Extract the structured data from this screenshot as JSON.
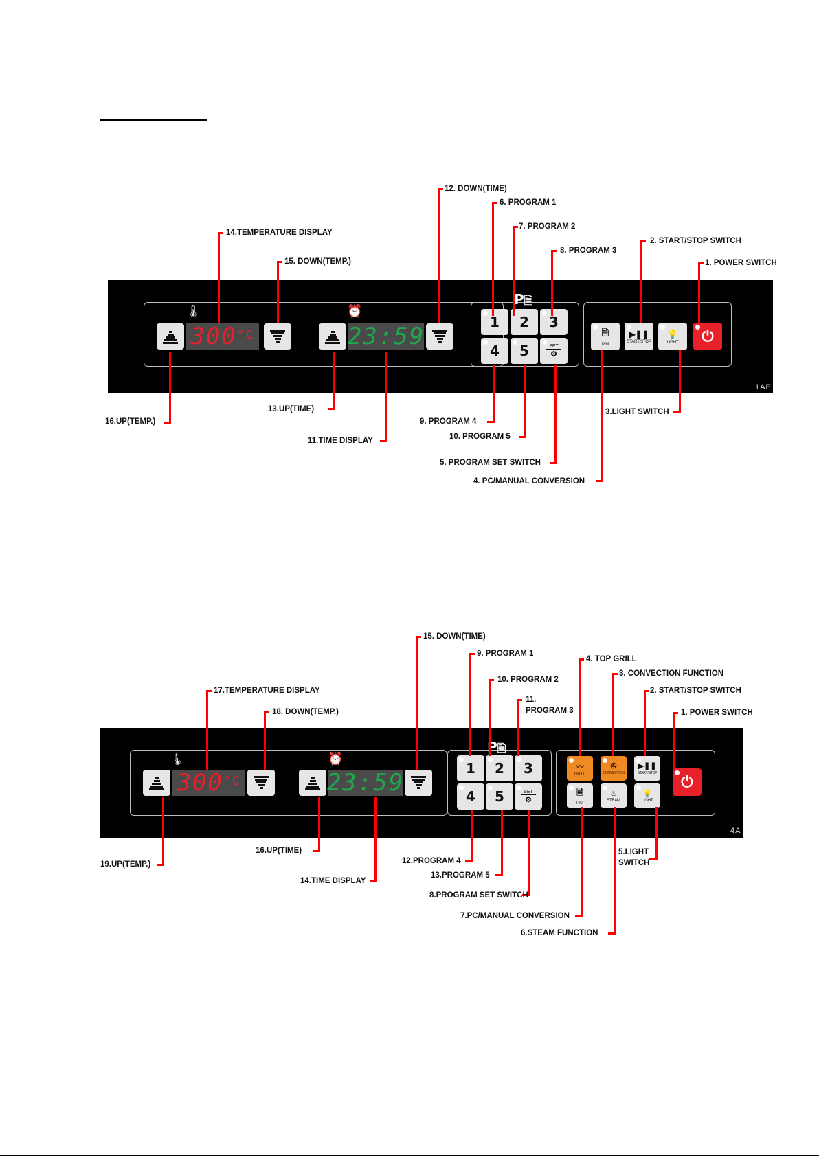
{
  "panel_a": {
    "model_code": "1AE",
    "temperature_display": {
      "value": "300",
      "unit": "°C"
    },
    "time_display": {
      "value": "23:59"
    },
    "program_header": "P",
    "program_keys": [
      "1",
      "2",
      "3",
      "4",
      "5"
    ],
    "set_key": {
      "label": "SET"
    },
    "function_keys": [
      {
        "id": "pm",
        "label": "P/M",
        "icon": "program-manual-icon"
      },
      {
        "id": "start_stop",
        "label": "START/STOP",
        "icon": "play-pause-icon"
      },
      {
        "id": "light",
        "label": "LIGHT",
        "icon": "light-bulb-icon"
      },
      {
        "id": "power",
        "label": "",
        "icon": "power-icon"
      }
    ],
    "callouts": [
      {
        "id": "c1",
        "text": "1. POWER SWITCH"
      },
      {
        "id": "c2",
        "text": "2. START/STOP SWITCH"
      },
      {
        "id": "c3",
        "text": "3.LIGHT SWITCH"
      },
      {
        "id": "c4",
        "text": "4. PC/MANUAL CONVERSION"
      },
      {
        "id": "c5",
        "text": "5. PROGRAM SET SWITCH"
      },
      {
        "id": "c6",
        "text": "6. PROGRAM 1"
      },
      {
        "id": "c7",
        "text": "7. PROGRAM 2"
      },
      {
        "id": "c8",
        "text": "8. PROGRAM 3"
      },
      {
        "id": "c9",
        "text": "9. PROGRAM 4"
      },
      {
        "id": "c10",
        "text": "10. PROGRAM 5"
      },
      {
        "id": "c11",
        "text": "11.TIME DISPLAY"
      },
      {
        "id": "c12",
        "text": "12. DOWN(TIME)"
      },
      {
        "id": "c13",
        "text": "13.UP(TIME)"
      },
      {
        "id": "c14",
        "text": "14.TEMPERATURE DISPLAY"
      },
      {
        "id": "c15",
        "text": "15. DOWN(TEMP.)"
      },
      {
        "id": "c16",
        "text": "16.UP(TEMP.)"
      }
    ]
  },
  "panel_b": {
    "model_code": "4A",
    "temperature_display": {
      "value": "300",
      "unit": "°C"
    },
    "time_display": {
      "value": "23:59"
    },
    "program_header": "P",
    "program_keys": [
      "1",
      "2",
      "3",
      "4",
      "5"
    ],
    "set_key": {
      "label": "SET"
    },
    "function_keys": [
      {
        "id": "grill",
        "label": "GRILL",
        "icon": "grill-icon",
        "color": "#f08a24"
      },
      {
        "id": "convection",
        "label": "CONVECTION",
        "icon": "fan-icon",
        "color": "#f08a24"
      },
      {
        "id": "start_stop",
        "label": "START/STOP",
        "icon": "play-pause-icon"
      },
      {
        "id": "pm",
        "label": "P/M",
        "icon": "program-manual-icon"
      },
      {
        "id": "steam",
        "label": "STEAM",
        "icon": "steam-icon"
      },
      {
        "id": "light",
        "label": "LIGHT",
        "icon": "light-bulb-icon"
      },
      {
        "id": "power",
        "label": "",
        "icon": "power-icon"
      }
    ],
    "callouts": [
      {
        "id": "c1",
        "text": "1. POWER SWITCH"
      },
      {
        "id": "c2",
        "text": "2. START/STOP SWITCH"
      },
      {
        "id": "c3",
        "text": "3. CONVECTION    FUNCTION"
      },
      {
        "id": "c4",
        "text": "4. TOP GRILL"
      },
      {
        "id": "c5a",
        "text": "5.LIGHT"
      },
      {
        "id": "c5b",
        "text": "SWITCH"
      },
      {
        "id": "c6",
        "text": "6.STEAM    FUNCTION"
      },
      {
        "id": "c7",
        "text": "7.PC/MANUAL CONVERSION"
      },
      {
        "id": "c8",
        "text": "8.PROGRAM SET SWITCH"
      },
      {
        "id": "c9",
        "text": "9. PROGRAM 1"
      },
      {
        "id": "c10",
        "text": "10. PROGRAM 2"
      },
      {
        "id": "c11a",
        "text": "11."
      },
      {
        "id": "c11b",
        "text": "PROGRAM 3"
      },
      {
        "id": "c12",
        "text": "12.PROGRAM 4"
      },
      {
        "id": "c13",
        "text": "13.PROGRAM 5"
      },
      {
        "id": "c14",
        "text": "14.TIME DISPLAY"
      },
      {
        "id": "c15",
        "text": "15. DOWN(TIME)"
      },
      {
        "id": "c16",
        "text": "16.UP(TIME)"
      },
      {
        "id": "c17",
        "text": "17.TEMPERATURE DISPLAY"
      },
      {
        "id": "c18",
        "text": "18. DOWN(TEMP.)"
      },
      {
        "id": "c19",
        "text": "19.UP(TEMP.)"
      }
    ]
  },
  "colors": {
    "panel_bg": "#000000",
    "key_bg": "#e6e6e6",
    "accent_orange": "#f08a24",
    "power_red": "#e8202a",
    "temp_digits": "#e8202a",
    "time_digits": "#1fa94d",
    "callout_line": "#ff0000"
  }
}
